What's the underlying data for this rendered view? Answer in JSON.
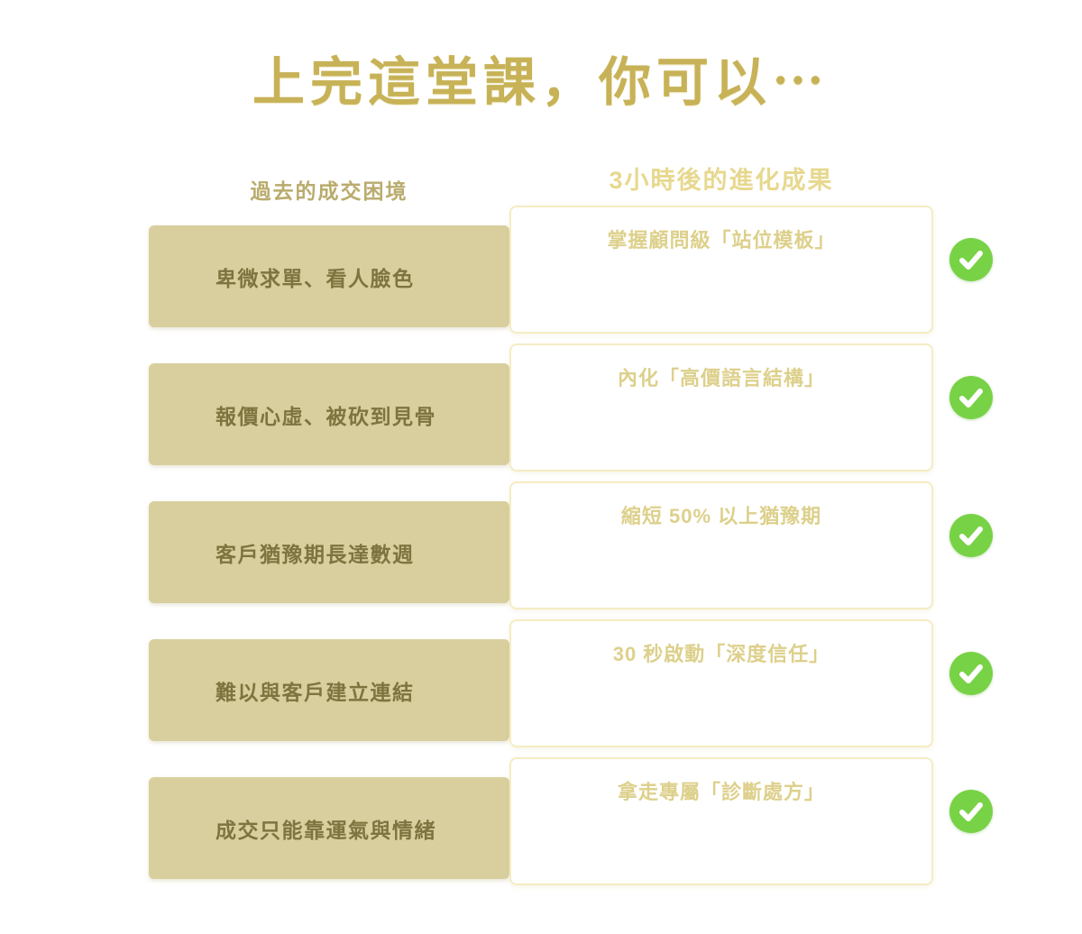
{
  "page": {
    "title": "上完這堂課，你可以⋯"
  },
  "columns": {
    "left_header": "過去的成交困境",
    "right_header": "3小時後的進化成果"
  },
  "rows": [
    {
      "pain": "卑微求單、看人臉色",
      "result": "掌握顧問級「站位模板」"
    },
    {
      "pain": "報價心虛、被砍到見骨",
      "result": "內化「高價語言結構」"
    },
    {
      "pain": "客戶猶豫期長達數週",
      "result": "縮短 50% 以上猶豫期"
    },
    {
      "pain": "難以與客戶建立連結",
      "result": "30 秒啟動「深度信任」"
    },
    {
      "pain": "成交只能靠運氣與情緒",
      "result": "拿走專屬「診斷處方」"
    }
  ],
  "icons": {
    "check": "check-icon"
  },
  "colors": {
    "title_gold": "#c7b257",
    "left_header_gold": "#b9ab6c",
    "right_header_gold": "#e7d88f",
    "pain_box_bg": "#d9cf9e",
    "pain_text": "#7e7440",
    "result_border": "#f5ecc3",
    "result_text": "#ddd08b",
    "check_green": "#78d246"
  }
}
